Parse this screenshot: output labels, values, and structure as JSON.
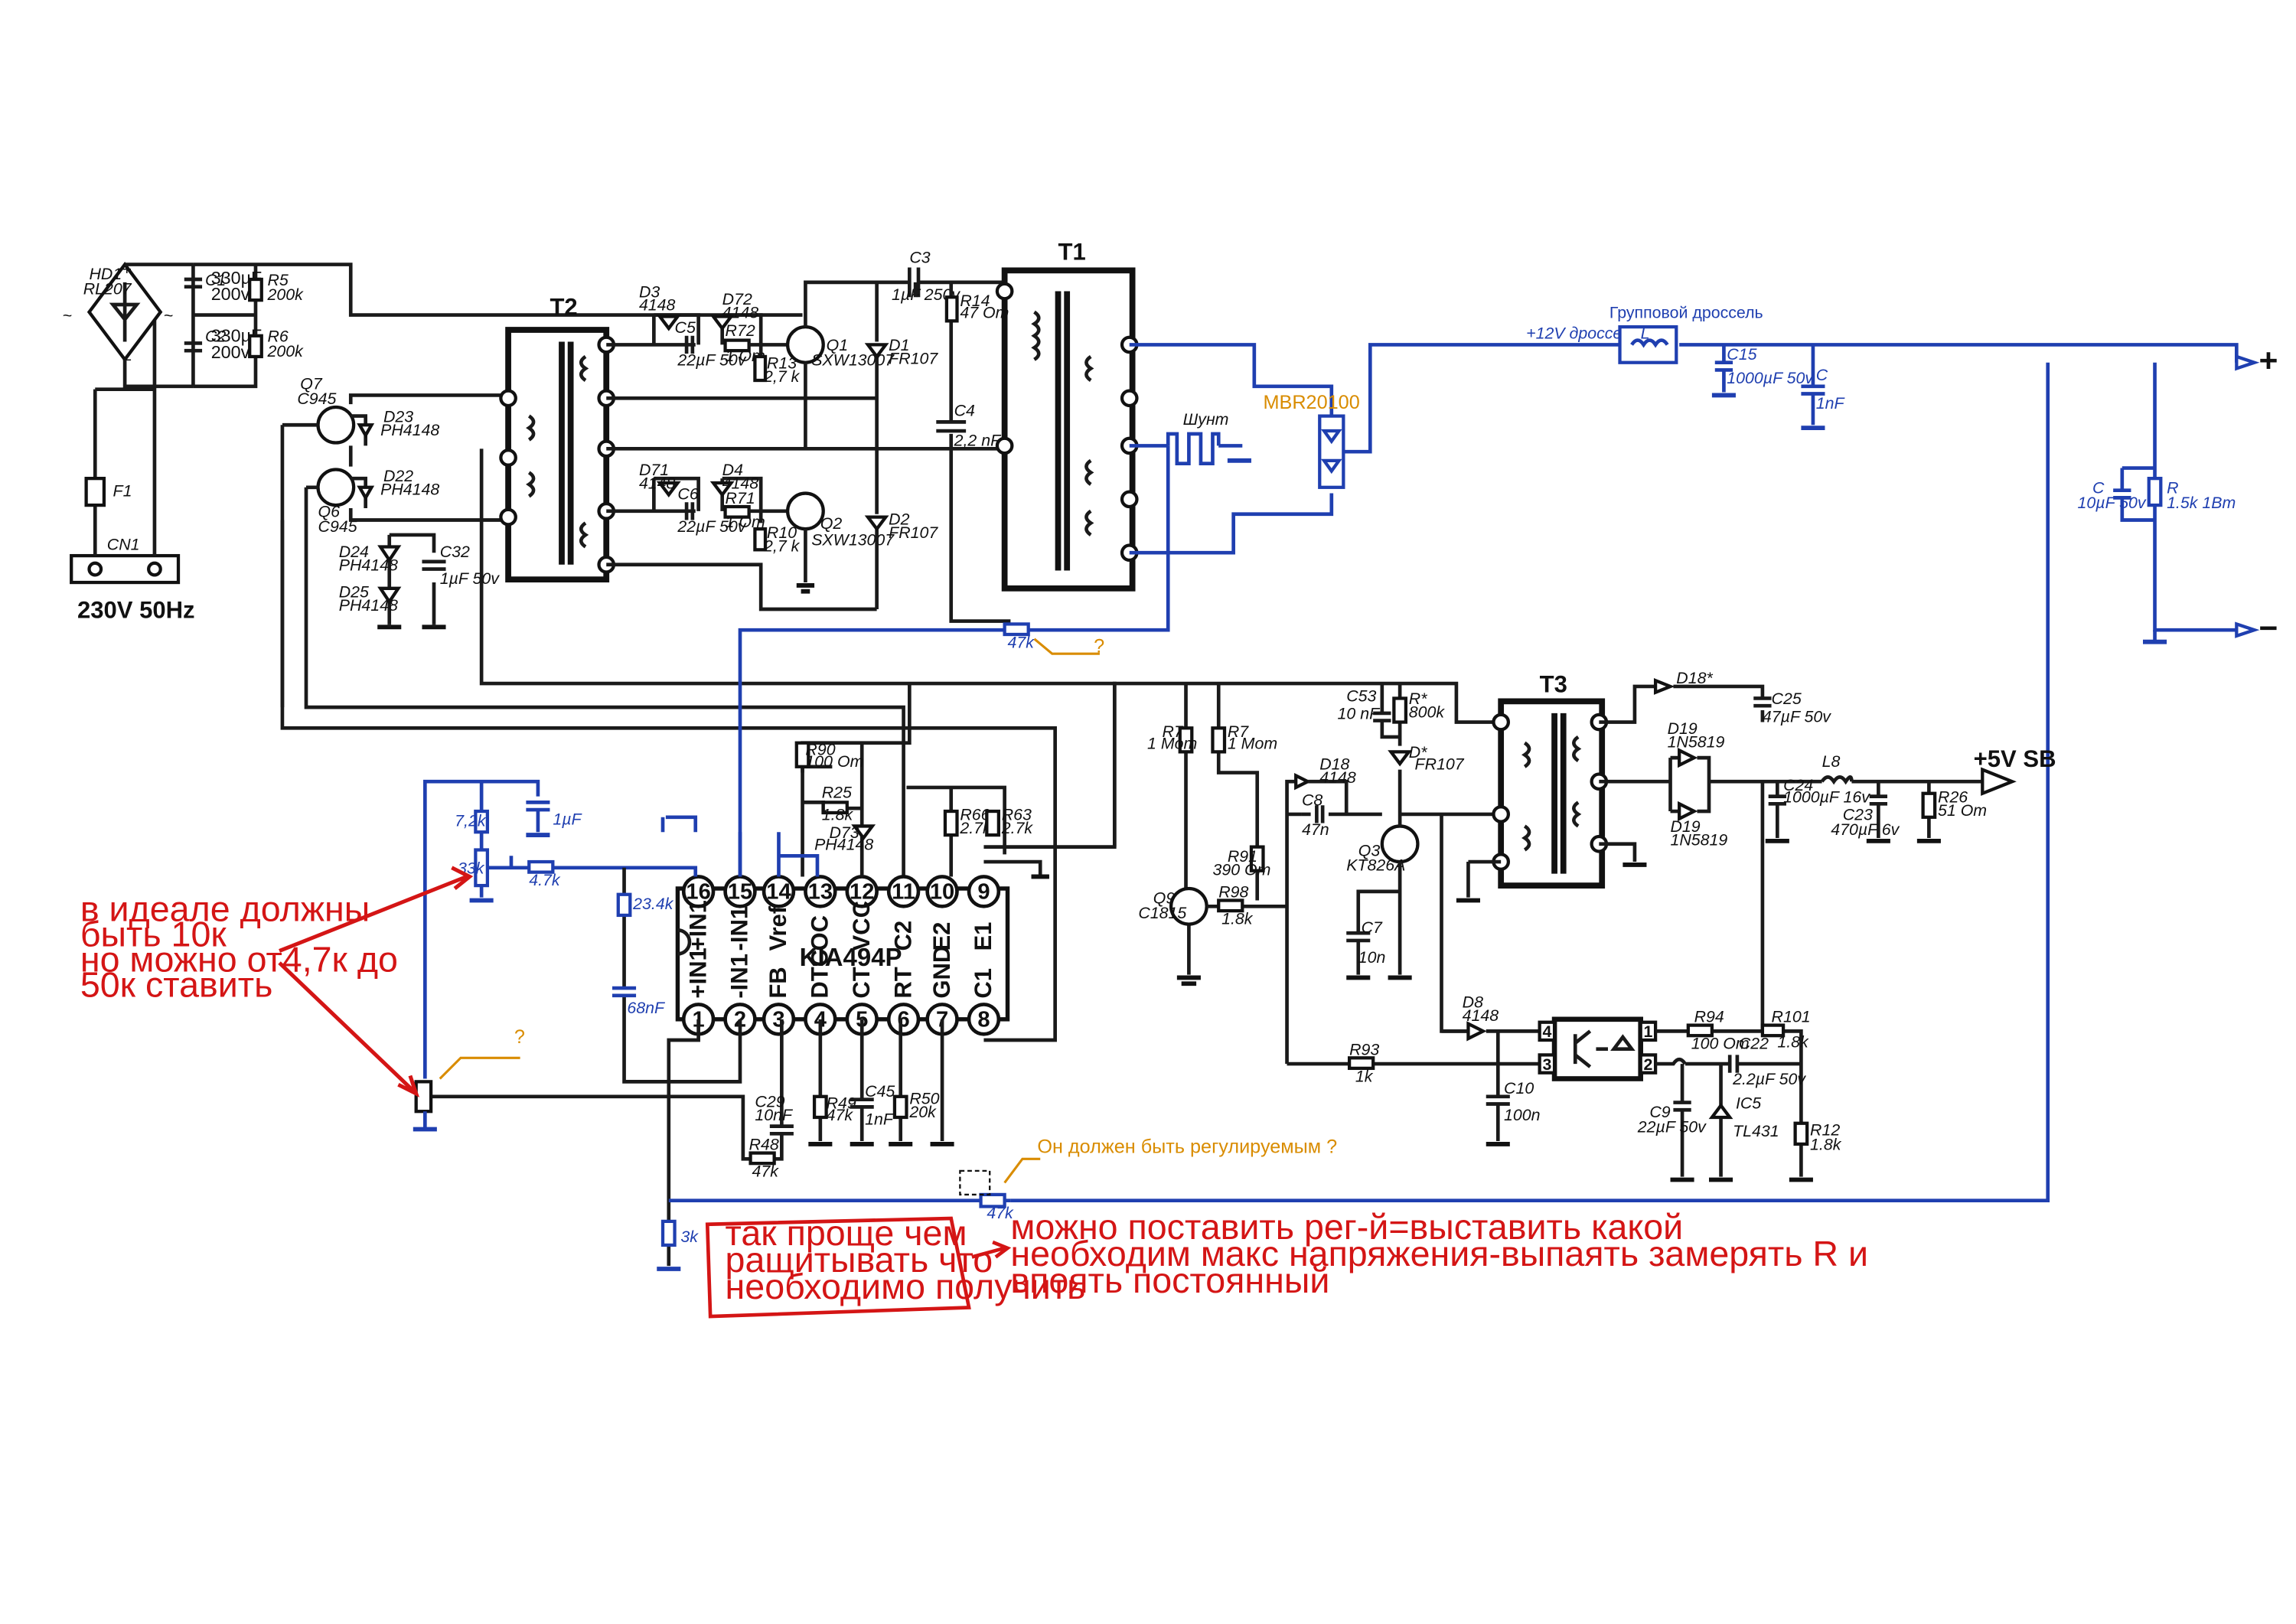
{
  "mains": {
    "bridge_ref": "HD1",
    "bridge_part": "RL207",
    "fuse": "F1",
    "connector": "CN1",
    "input_label": "230V 50Hz"
  },
  "caps_in": [
    {
      "ref": "C1",
      "value": "330µF",
      "volt": "200v"
    },
    {
      "ref": "C2",
      "value": "330µF",
      "volt": "200v"
    }
  ],
  "res_in": [
    {
      "ref": "R5",
      "value": "200k"
    },
    {
      "ref": "R6",
      "value": "200k"
    }
  ],
  "drivers": {
    "q7": {
      "ref": "Q7",
      "part": "C945"
    },
    "q6": {
      "ref": "Q6",
      "part": "C945"
    },
    "d23": {
      "ref": "D23",
      "part": "PH4148"
    },
    "d22": {
      "ref": "D22",
      "part": "PH4148"
    },
    "d24": {
      "ref": "D24",
      "part": "PH4148"
    },
    "d25": {
      "ref": "D25",
      "part": "PH4148"
    },
    "c32": {
      "ref": "C32",
      "value": "1µF 50v"
    }
  },
  "t2": {
    "ref": "T2"
  },
  "upper_drive": {
    "d3": {
      "ref": "D3",
      "part": "4148"
    },
    "d72": {
      "ref": "D72",
      "part": "4148"
    },
    "c5": {
      "ref": "C5",
      "value": "22µF 50v"
    },
    "r72": {
      "ref": "R72",
      "value": "1 Om"
    },
    "r13": {
      "ref": "R13",
      "value": "2,7 k"
    },
    "q1": {
      "ref": "Q1",
      "part": "SXW13007"
    },
    "d1": {
      "ref": "D1",
      "part": "FR107"
    }
  },
  "lower_drive": {
    "d71": {
      "ref": "D71",
      "part": "4148"
    },
    "d4": {
      "ref": "D4",
      "part": "4148"
    },
    "c6": {
      "ref": "C6",
      "value": "22µF 50v"
    },
    "r71": {
      "ref": "R71",
      "value": "1 Om"
    },
    "r10": {
      "ref": "R10",
      "value": "2,7 k"
    },
    "q2": {
      "ref": "Q2",
      "part": "SXW13007"
    },
    "d2": {
      "ref": "D2",
      "part": "FR107"
    }
  },
  "c3": {
    "ref": "C3",
    "value": "1µF  250v"
  },
  "r14": {
    "ref": "R14",
    "value": "47 Om"
  },
  "c4": {
    "ref": "C4",
    "value": "2,2 nF"
  },
  "t1": {
    "ref": "T1"
  },
  "shunt": "Шунт",
  "schottky": "MBR20100",
  "output": {
    "choke_title": "Групповой дроссель",
    "choke_ref": "L",
    "rail_label": "+12V дроссель",
    "c15": {
      "ref": "C15",
      "value": "1000µF 50v"
    },
    "c_small": {
      "ref": "C",
      "value": "1nF"
    },
    "c_out": {
      "ref": "C",
      "value": "10µF 50v"
    },
    "r_out": {
      "ref": "R",
      "value": "1.5k  1Bm"
    },
    "plus": "+",
    "minus": "−"
  },
  "r47k_top": "47k",
  "q_mark": "?",
  "controller": {
    "name": "KIA494P",
    "top_pins": [
      {
        "num": "16",
        "name": "+IN1"
      },
      {
        "num": "15",
        "name": "-IN1"
      },
      {
        "num": "14",
        "name": "Vref"
      },
      {
        "num": "13",
        "name": "OC"
      },
      {
        "num": "12",
        "name": "VCC"
      },
      {
        "num": "11",
        "name": "C2"
      },
      {
        "num": "10",
        "name": "E2"
      },
      {
        "num": "9",
        "name": "E1"
      }
    ],
    "bottom_pins": [
      {
        "num": "1",
        "name": "+IN1"
      },
      {
        "num": "2",
        "name": "-IN1"
      },
      {
        "num": "3",
        "name": "FB"
      },
      {
        "num": "4",
        "name": "DTC"
      },
      {
        "num": "5",
        "name": "CT"
      },
      {
        "num": "6",
        "name": "RT"
      },
      {
        "num": "7",
        "name": "GND"
      },
      {
        "num": "8",
        "name": "C1"
      }
    ]
  },
  "ctrl_parts": {
    "r90": {
      "ref": "R90",
      "value": "100 Om"
    },
    "r25": {
      "ref": "R25",
      "value": "1.8k"
    },
    "d73": {
      "ref": "D73",
      "part": "PH4148"
    },
    "r66": {
      "ref": "R66",
      "value": "2.7k"
    },
    "r63": {
      "ref": "R63",
      "value": "2.7k"
    },
    "r72k": "7,2k",
    "pot33k": "33k",
    "c1uf": "1µF",
    "r47k_mid": "4.7k",
    "r234k": "23.4k",
    "c68nf": "68nF",
    "c29": {
      "ref": "C29",
      "value": "10nF"
    },
    "r48": {
      "ref": "R48",
      "value": "47k"
    },
    "r49": {
      "ref": "R49",
      "value": "47k"
    },
    "c45": {
      "ref": "C45",
      "value": "1nF"
    },
    "r50": {
      "ref": "R50",
      "value": "20k"
    },
    "r3k": "3k",
    "r47k_bottom": "47k"
  },
  "standby": {
    "r7a": {
      "ref": "R7",
      "value": "1 Mom"
    },
    "r7b": {
      "ref": "R7",
      "value": "1 Mom"
    },
    "c53": {
      "ref": "C53",
      "value": "10 nF"
    },
    "rstar": {
      "ref": "R*",
      "value": "800k"
    },
    "dstar": {
      "ref": "D*",
      "part": "FR107"
    },
    "d18": {
      "ref": "D18",
      "part": "4148"
    },
    "c8": {
      "ref": "C8",
      "value": "47n"
    },
    "r91": {
      "ref": "R91",
      "value": "390 Om"
    },
    "q3": {
      "ref": "Q3",
      "part": "KT826A"
    },
    "q9": {
      "ref": "Q9",
      "part": "C1815"
    },
    "r98": {
      "ref": "R98",
      "value": "1.8k"
    },
    "c7": {
      "ref": "C7",
      "value": "10n"
    },
    "t3": "T3",
    "d18s": "D18*",
    "c25": {
      "ref": "C25",
      "value": "47µF 50v"
    },
    "d19a": {
      "ref": "D19",
      "part": "1N5819"
    },
    "d19b": {
      "ref": "D19",
      "part": "1N5819"
    },
    "l8": "L8",
    "c24": {
      "ref": "C24",
      "value": "1000µF 16v"
    },
    "c23": {
      "ref": "C23",
      "value": "470µF 6v"
    },
    "r26": {
      "ref": "R26",
      "value": "51 Om"
    },
    "out_label": "+5V SB",
    "d8": {
      "ref": "D8",
      "part": "4148"
    },
    "r93": {
      "ref": "R93",
      "value": "1k"
    },
    "c10": {
      "ref": "C10",
      "value": "100n"
    },
    "r94": {
      "ref": "R94",
      "value": "100 Om"
    },
    "r101": {
      "ref": "R101",
      "value": "1.8k"
    },
    "c22": {
      "ref": "C22",
      "value": "2.2µF 50v"
    },
    "c9": {
      "ref": "C9",
      "value": "22µF 50v"
    },
    "ic5": {
      "ref": "IC5",
      "part": "TL431"
    },
    "r12": {
      "ref": "R12",
      "value": "1.8k"
    },
    "opto_pins": [
      "4",
      "3",
      "1",
      "2"
    ]
  },
  "notes": {
    "red_left": [
      "в идеале должны",
      "быть 10к",
      "но можно от4,7к до",
      "50к ставить"
    ],
    "red_box": [
      "так проще чем",
      "ращитывать что",
      "необходимо получить"
    ],
    "red_right": [
      "можно поставить рег-й=выставить какой",
      "необходим макс напряжения-выпаять замерять R и",
      "впоять постоянный"
    ],
    "orange_q": "Он должен быть регулируемым ?"
  },
  "colors": {
    "wire": "#1a1a1a",
    "feedback": "#1f3fb0",
    "note": "#d41515",
    "hint": "#d98c00"
  }
}
